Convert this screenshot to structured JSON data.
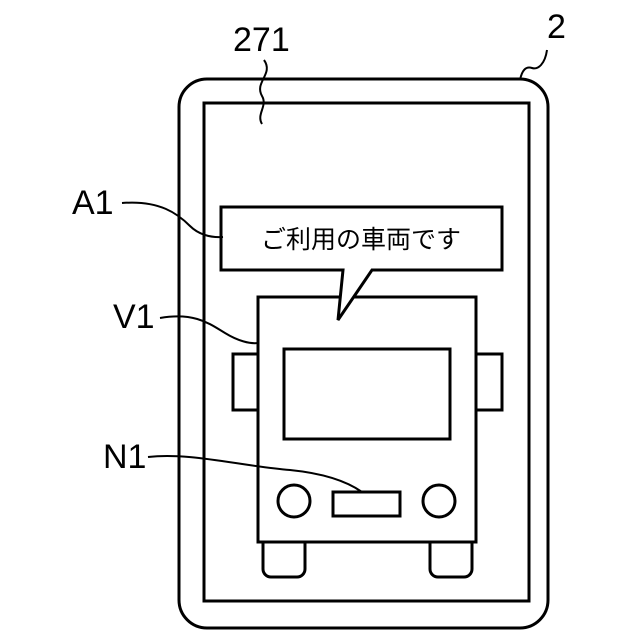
{
  "labels": {
    "device": "2",
    "screen": "271",
    "balloon": "A1",
    "vehicle": "V1",
    "plate": "N1"
  },
  "balloon_message": "ご利用の車両です"
}
